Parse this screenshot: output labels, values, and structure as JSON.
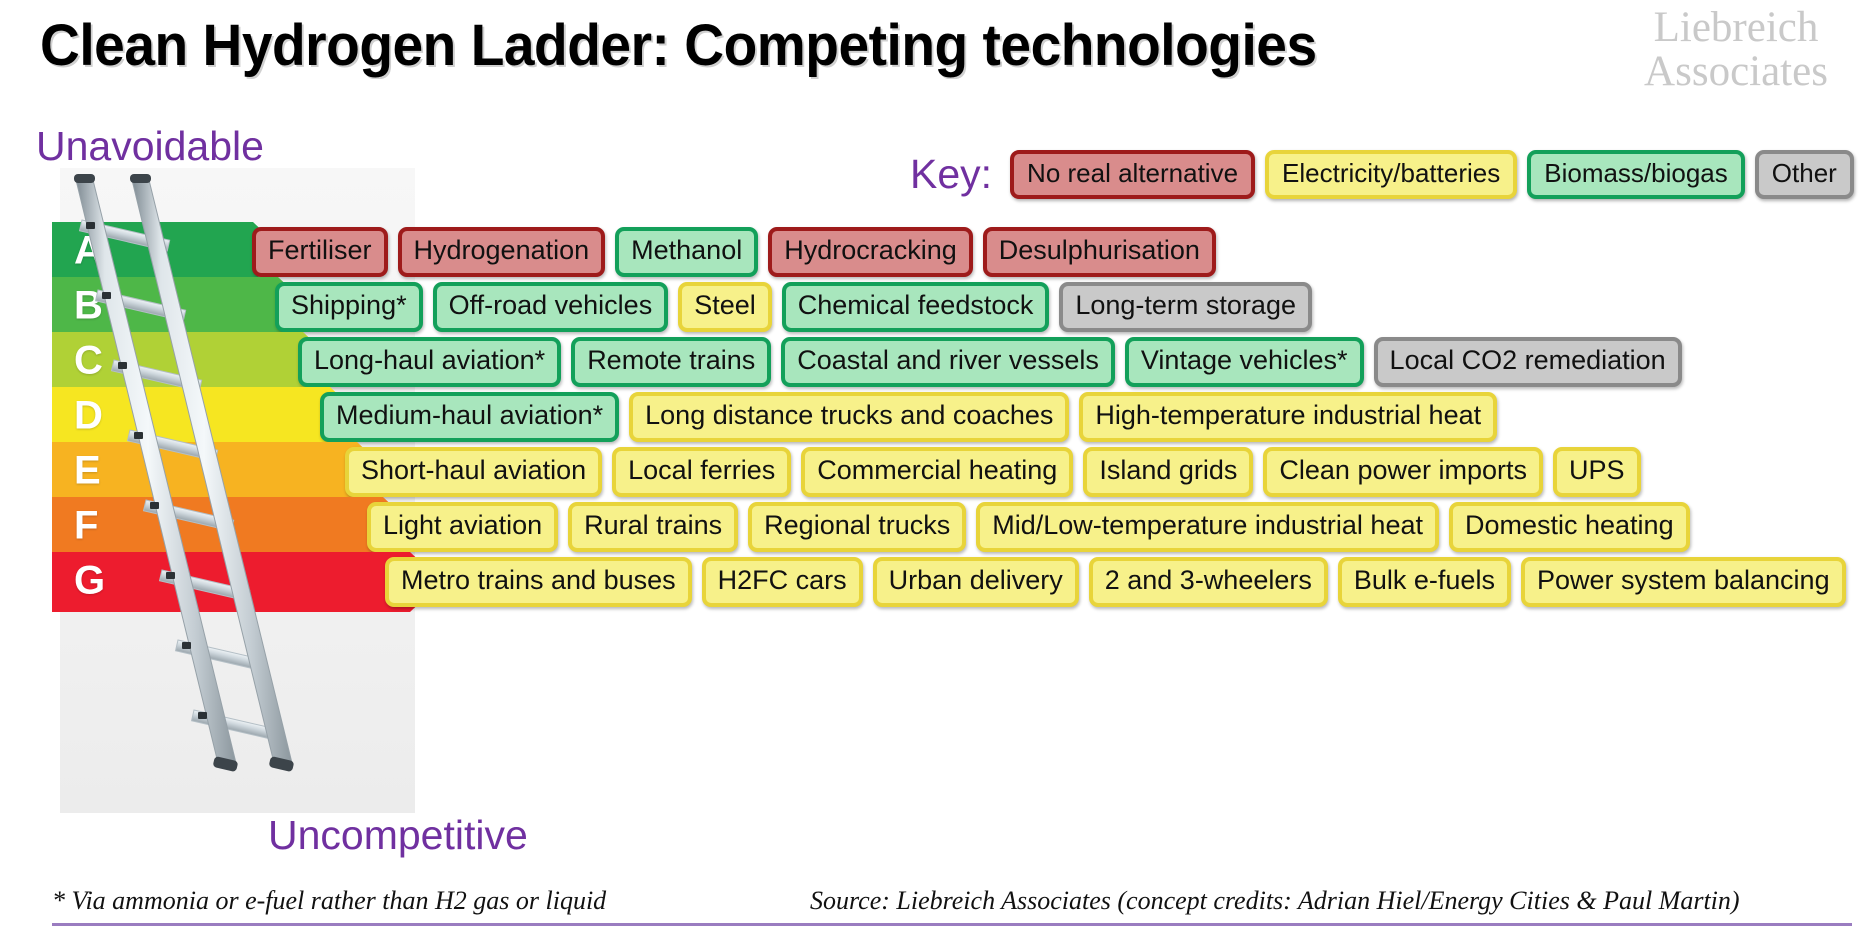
{
  "header": {
    "title": "Clean Hydrogen Ladder: Competing technologies",
    "logo_line1": "Liebreich",
    "logo_line2": "Associates"
  },
  "axis_labels": {
    "top": "Unavoidable",
    "bottom": "Uncompetitive",
    "color": "#7030a0"
  },
  "key": {
    "label": "Key:",
    "items": [
      {
        "label": "No real alternative",
        "fill": "#d98c8c",
        "border": "#9e1b1b"
      },
      {
        "label": "Electricity/batteries",
        "fill": "#f7f18a",
        "border": "#e8d43a"
      },
      {
        "label": "Biomass/biogas",
        "fill": "#a8e6bd",
        "border": "#13a05a"
      },
      {
        "label": "Other",
        "fill": "#c9c9c9",
        "border": "#8a8a8a"
      }
    ]
  },
  "category_colors": {
    "no-real-alternative": {
      "fill": "#d98c8c",
      "border": "#9e1b1b"
    },
    "electricity-batteries": {
      "fill": "#f7f18a",
      "border": "#e8d43a"
    },
    "biomass-biogas": {
      "fill": "#a8e6bd",
      "border": "#13a05a"
    },
    "other": {
      "fill": "#c9c9c9",
      "border": "#8a8a8a"
    }
  },
  "ladder": {
    "rows": [
      {
        "grade": "A",
        "bar_color": "#22a550",
        "arrow_width": 233,
        "items": [
          {
            "label": "Fertiliser",
            "category": "no-real-alternative"
          },
          {
            "label": "Hydrogenation",
            "category": "no-real-alternative"
          },
          {
            "label": "Methanol",
            "category": "biomass-biogas"
          },
          {
            "label": "Hydrocracking",
            "category": "no-real-alternative"
          },
          {
            "label": "Desulphurisation",
            "category": "no-real-alternative"
          }
        ]
      },
      {
        "grade": "B",
        "bar_color": "#4eb748",
        "arrow_width": 258,
        "items": [
          {
            "label": "Shipping*",
            "category": "biomass-biogas"
          },
          {
            "label": "Off-road vehicles",
            "category": "biomass-biogas"
          },
          {
            "label": "Steel",
            "category": "electricity-batteries"
          },
          {
            "label": "Chemical feedstock",
            "category": "biomass-biogas"
          },
          {
            "label": "Long-term storage",
            "category": "other"
          }
        ]
      },
      {
        "grade": "C",
        "bar_color": "#b0d136",
        "arrow_width": 283,
        "items": [
          {
            "label": "Long-haul aviation*",
            "category": "biomass-biogas"
          },
          {
            "label": "Remote trains",
            "category": "biomass-biogas"
          },
          {
            "label": "Coastal and river vessels",
            "category": "biomass-biogas"
          },
          {
            "label": "Vintage vehicles*",
            "category": "biomass-biogas"
          },
          {
            "label": "Local CO2 remediation",
            "category": "other"
          }
        ]
      },
      {
        "grade": "D",
        "bar_color": "#f6e621",
        "arrow_width": 310,
        "items": [
          {
            "label": "Medium-haul aviation*",
            "category": "biomass-biogas"
          },
          {
            "label": "Long distance trucks and coaches",
            "category": "electricity-batteries"
          },
          {
            "label": "High-temperature industrial heat",
            "category": "electricity-batteries"
          }
        ]
      },
      {
        "grade": "E",
        "bar_color": "#f7b321",
        "arrow_width": 337,
        "items": [
          {
            "label": "Short-haul aviation",
            "category": "electricity-batteries"
          },
          {
            "label": "Local ferries",
            "category": "electricity-batteries"
          },
          {
            "label": "Commercial heating",
            "category": "electricity-batteries"
          },
          {
            "label": "Island grids",
            "category": "electricity-batteries"
          },
          {
            "label": "Clean power imports",
            "category": "electricity-batteries"
          },
          {
            "label": "UPS",
            "category": "electricity-batteries"
          }
        ]
      },
      {
        "grade": "F",
        "bar_color": "#f07a21",
        "arrow_width": 363,
        "items": [
          {
            "label": "Light aviation",
            "category": "electricity-batteries"
          },
          {
            "label": "Rural trains",
            "category": "electricity-batteries"
          },
          {
            "label": "Regional trucks",
            "category": "electricity-batteries"
          },
          {
            "label": "Mid/Low-temperature industrial heat",
            "category": "electricity-batteries"
          },
          {
            "label": "Domestic heating",
            "category": "electricity-batteries"
          }
        ]
      },
      {
        "grade": "G",
        "bar_color": "#ed1c2e",
        "arrow_width": 390,
        "items": [
          {
            "label": "Metro trains and buses",
            "category": "electricity-batteries"
          },
          {
            "label": "H2FC cars",
            "category": "electricity-batteries"
          },
          {
            "label": "Urban delivery",
            "category": "electricity-batteries"
          },
          {
            "label": "2 and 3-wheelers",
            "category": "electricity-batteries"
          },
          {
            "label": "Bulk e-fuels",
            "category": "electricity-batteries"
          },
          {
            "label": "Power system balancing",
            "category": "electricity-batteries"
          }
        ]
      }
    ]
  },
  "footer": {
    "note": "* Via ammonia or e-fuel rather than H2 gas or liquid",
    "source": "Source: Liebreich Associates (concept credits: Adrian Hiel/Energy Cities & Paul Martin)",
    "rule_color": "#9a7cc0"
  }
}
